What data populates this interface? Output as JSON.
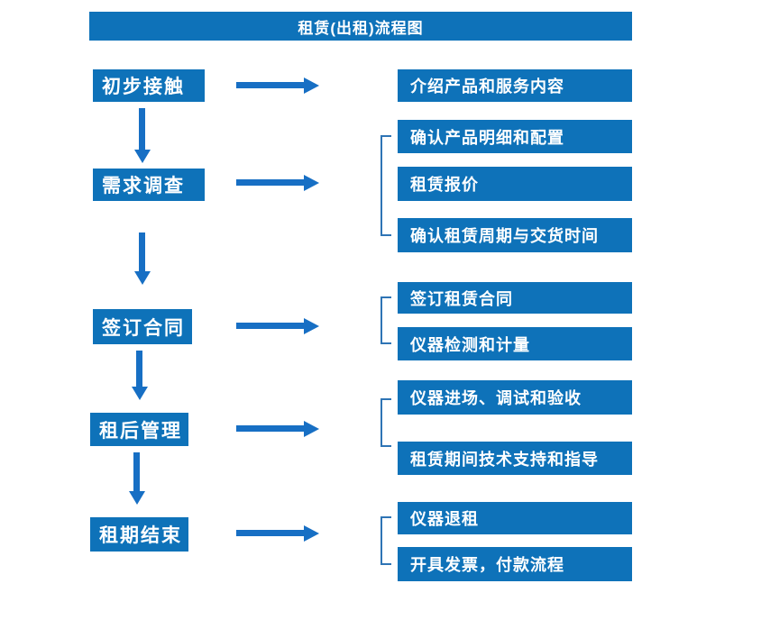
{
  "title": "租赁(出租)流程图",
  "steps": [
    {
      "label": "初步接触",
      "details": [
        "介绍产品和服务内容"
      ]
    },
    {
      "label": "需求调查",
      "details": [
        "确认产品明细和配置",
        "租赁报价",
        "确认租赁周期与交货时间"
      ]
    },
    {
      "label": "签订合同",
      "details": [
        "签订租赁合同",
        "仪器检测和计量"
      ]
    },
    {
      "label": "租后管理",
      "details": [
        "仪器进场、调试和验收",
        "租赁期间技术支持和指导"
      ]
    },
    {
      "label": "租期结束",
      "details": [
        "仪器退租",
        "开具发票，付款流程"
      ]
    }
  ],
  "colors": {
    "box_blue": "#0E72B9",
    "arrow_blue": "#176FC4",
    "bracket_blue": "#2E74B5",
    "text_white": "#FFFFFF",
    "background": "#FFFFFF"
  }
}
